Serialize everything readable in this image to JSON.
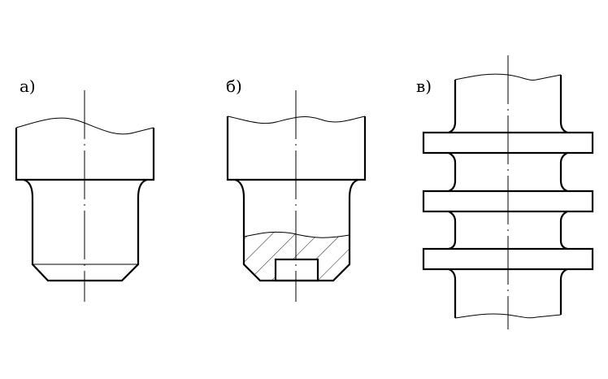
{
  "figures": [
    {
      "label": "а)"
    },
    {
      "label": "б)"
    },
    {
      "label": "в)"
    }
  ],
  "colors": {
    "line": "#000000",
    "background": "#ffffff"
  }
}
